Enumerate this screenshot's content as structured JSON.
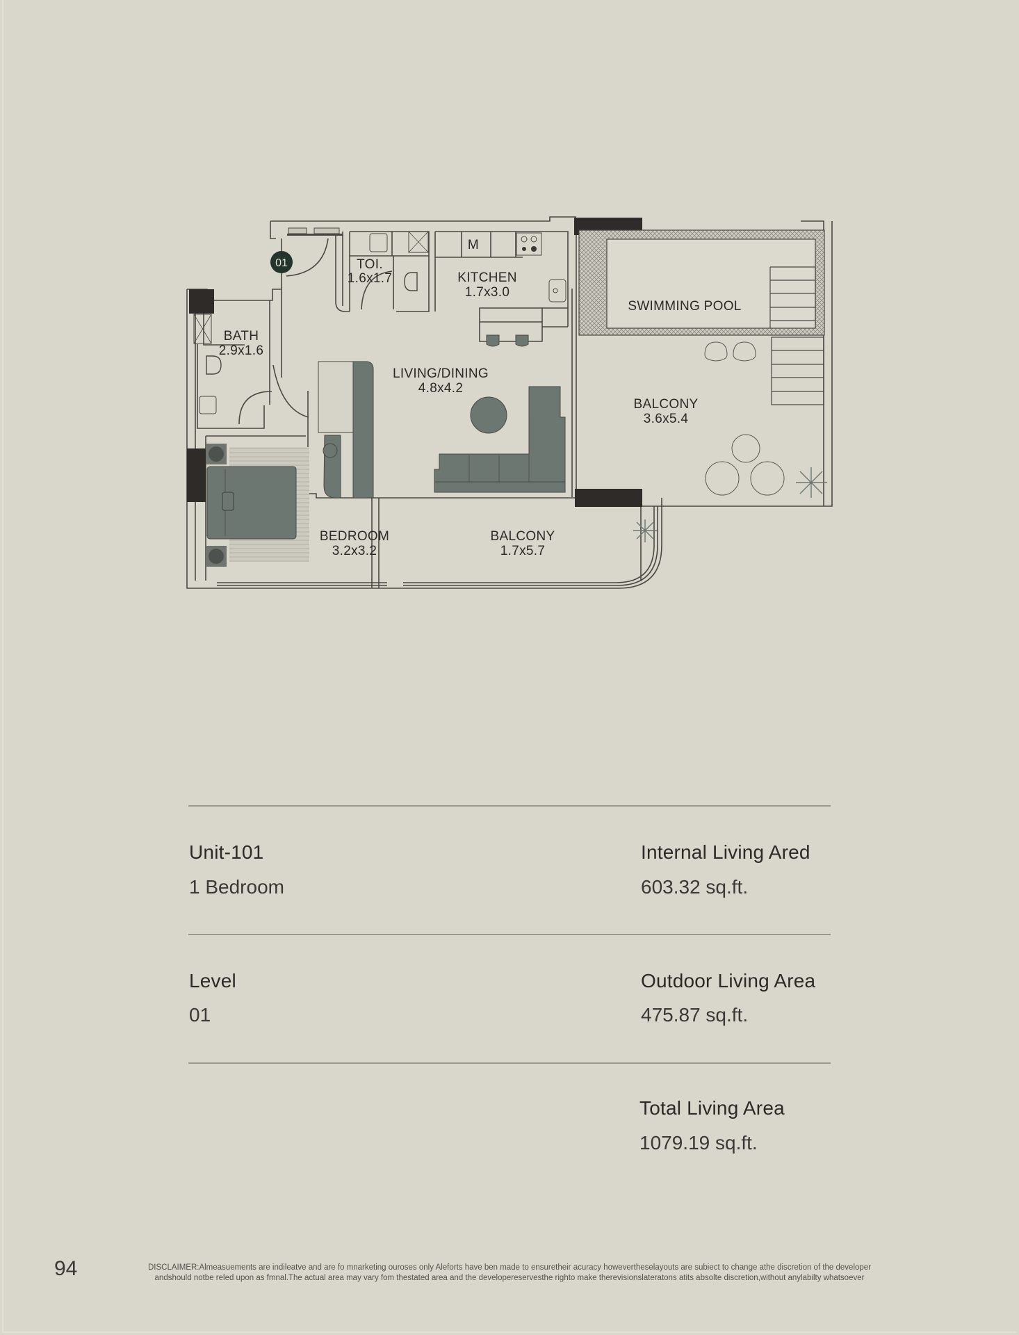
{
  "floor_plan": {
    "entry_marker": "01",
    "rooms": [
      {
        "name": "TOI.",
        "size": "1.6x1.7"
      },
      {
        "name": "KITCHEN",
        "size": "1.7x3.0"
      },
      {
        "name": "SWIMMING POOL",
        "size": ""
      },
      {
        "name": "BATH",
        "size": "2.9x1.6"
      },
      {
        "name": "LIVING/DINING",
        "size": "4.8x4.2"
      },
      {
        "name": "BALCONY",
        "size": "3.6x5.4"
      },
      {
        "name": "BEDROOM",
        "size": "3.2x3.2"
      },
      {
        "name": "BALCONY",
        "size": "1.7x5.7"
      }
    ],
    "appliance_labels": {
      "microwave": "M"
    },
    "colors": {
      "background": "#d9d6cb",
      "wall_line": "#4a4843",
      "column_fill": "#2e2b29",
      "furniture_fill": "#6b7770",
      "entry_badge": "#22342b",
      "pool_fill": "#dcd9cf"
    }
  },
  "specs": {
    "unit_label": "Unit-101",
    "unit_type": "1 Bedroom",
    "level_label": "Level",
    "level_value": "01",
    "internal_label": "Internal Living Ared",
    "internal_value": "603.32 sq.ft.",
    "outdoor_label": "Outdoor Living Area",
    "outdoor_value": "475.87 sq.ft.",
    "total_label": "Total Living Area",
    "total_value": "1079.19 sq.ft."
  },
  "footer": {
    "page_number": "94",
    "disclaimer_line1": "DISCLAIMER:Almeasuements are indileatve and are fo mnarketing ouroses only Aleforts have ben made to ensuretheir acuracy howevertheselayouts are subiect to change athe discretion of the developer",
    "disclaimer_line2": "andshould notbe reled upon as fmnal.The actual area may vary fom thestated area and the developereservesthe righto make therevisionslateratons atits absolte discretion,without anylabilty whatsoever"
  }
}
